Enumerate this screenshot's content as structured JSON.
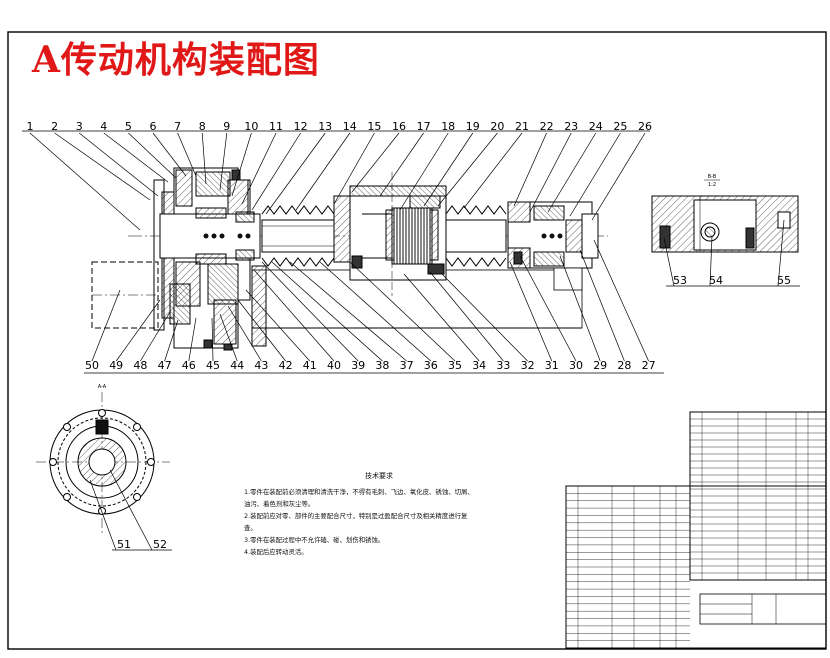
{
  "title": "A传动机构装配图",
  "callouts_top": [
    "1",
    "2",
    "3",
    "4",
    "5",
    "6",
    "7",
    "8",
    "9",
    "10",
    "11",
    "12",
    "13",
    "14",
    "15",
    "16",
    "17",
    "18",
    "19",
    "20",
    "21",
    "22",
    "23",
    "24",
    "25",
    "26"
  ],
  "callouts_bottom": [
    "50",
    "49",
    "48",
    "47",
    "46",
    "45",
    "44",
    "43",
    "42",
    "41",
    "40",
    "39",
    "38",
    "37",
    "36",
    "35",
    "34",
    "33",
    "32",
    "31",
    "30",
    "29",
    "28",
    "27"
  ],
  "section_bb": {
    "label": "B-B",
    "scale": "1:2",
    "callouts": [
      "53",
      "54",
      "55"
    ]
  },
  "section_aa": {
    "label": "A-A",
    "callouts": [
      "51",
      "52"
    ]
  },
  "notes": {
    "title": "技术要求",
    "lines": [
      "1.零件在装配前必须清理和清洗干净，不得有毛刺、飞边、氧化皮、锈蚀、切屑、油污、着色剂和灰尘等。",
      "2.装配前应对零、部件的主要配合尺寸，特别是过盈配合尺寸及相关精度进行复查。",
      "3.零件在装配过程中不允许磕、碰、划伤和锈蚀。",
      "4.装配后应转动灵活。"
    ]
  }
}
